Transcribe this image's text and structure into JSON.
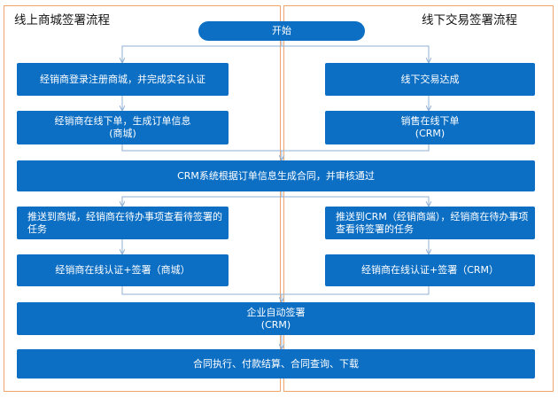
{
  "swimlanes": {
    "left_title": "线上商城签署流程",
    "right_title": "线下交易签署流程"
  },
  "nodes": {
    "start": "开始",
    "online_register": "经销商登录注册商城，并完成实名认证",
    "online_order_line1": "经销商在线下单，生成订单信息",
    "online_order_line2": "(商城)",
    "offline_deal": "线下交易达成",
    "offline_order_line1": "销售在线下单",
    "offline_order_line2": "(CRM)",
    "crm_contract": "CRM系统根据订单信息生成合同，并审核通过",
    "push_mall": "推送到商城，经销商在待办事项查看待签署的任务",
    "push_crm": "推送到CRM（经销商端），经销商在待办事项查看待签署的任务",
    "online_sign_mall": "经销商在线认证+签署（商城）",
    "online_sign_crm": "经销商在线认证+签署（CRM）",
    "auto_sign_line1": "企业自动签署",
    "auto_sign_line2": "(CRM)",
    "final": "合同执行、付款结算、合同查询、下载"
  },
  "colors": {
    "node_fill": "#0c6fc4",
    "node_text": "#ffffff",
    "lane_border": "#f0a46e",
    "connector": "#8fb0d4"
  }
}
